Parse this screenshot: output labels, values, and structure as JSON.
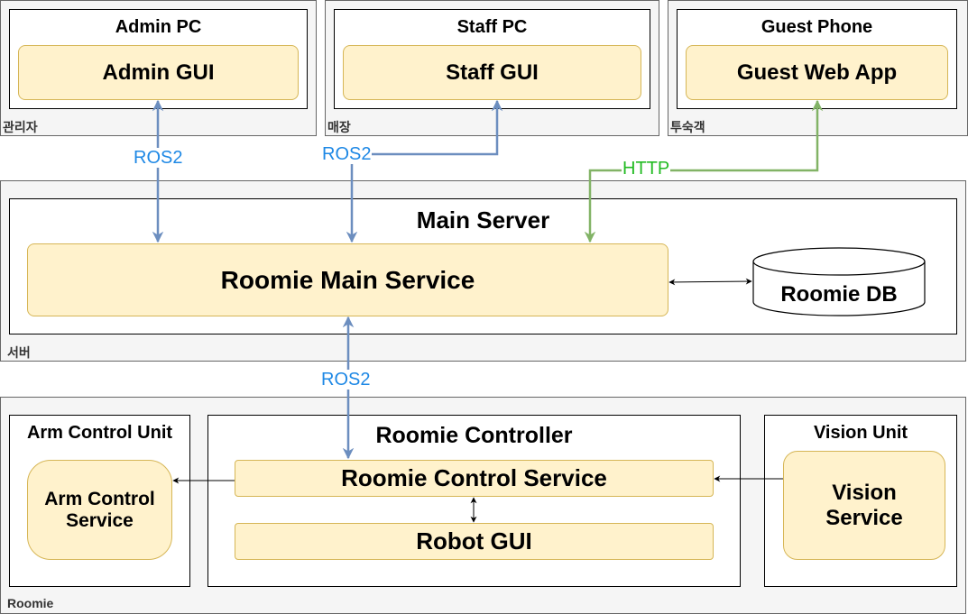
{
  "zones": {
    "admin": "관리자",
    "store": "매장",
    "guest": "투숙객",
    "server": "서버",
    "robot": "Roomie"
  },
  "nodes": {
    "admin_pc": {
      "title": "Admin PC",
      "service": "Admin GUI"
    },
    "staff_pc": {
      "title": "Staff PC",
      "service": "Staff GUI"
    },
    "guest_phone": {
      "title": "Guest Phone",
      "service": "Guest Web App"
    },
    "main_server": {
      "title": "Main Server",
      "service": "Roomie Main Service",
      "db": "Roomie DB"
    },
    "arm_unit": {
      "title": "Arm Control Unit",
      "service": "Arm Control Service"
    },
    "controller": {
      "title": "Roomie Controller",
      "service": "Roomie Control Service",
      "gui": "Robot GUI"
    },
    "vision_unit": {
      "title": "Vision Unit",
      "service": "Vision Service"
    }
  },
  "edges": {
    "admin_main": "ROS2",
    "staff_main": "ROS2",
    "guest_main": "HTTP",
    "main_controller": "ROS2"
  },
  "colors": {
    "ros2_line": "#6c8ebf",
    "ros2_text": "#1e88e5",
    "http_line": "#82b366",
    "http_text": "#22bb22",
    "service_fill": "#fff2cc",
    "service_border": "#d6b656"
  }
}
